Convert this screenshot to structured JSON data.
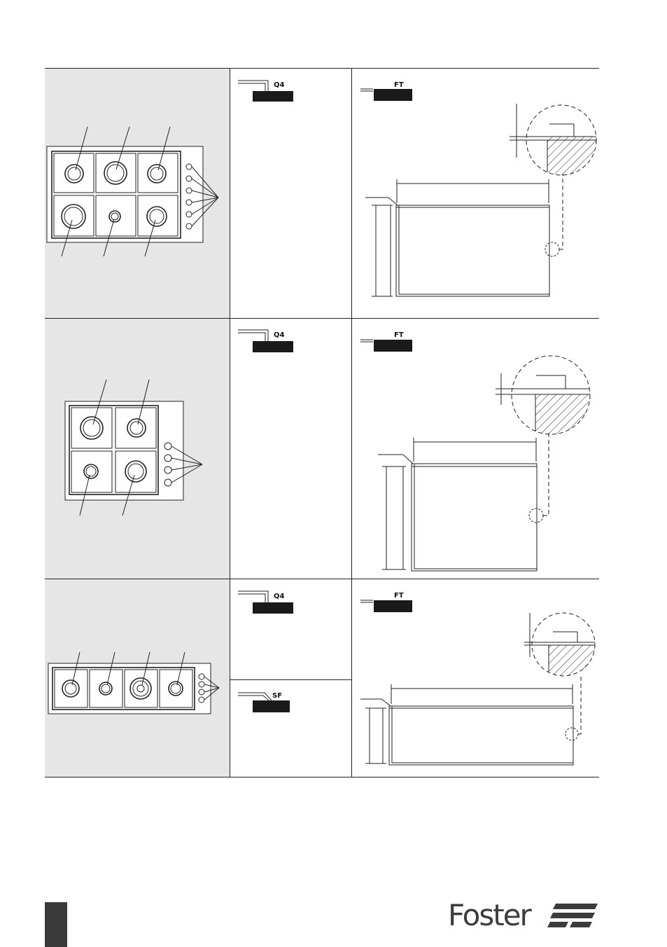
{
  "rows": [
    {
      "tags": {
        "q4": "Q4",
        "ft": "FT"
      }
    },
    {
      "tags": {
        "q4": "Q4",
        "ft": "FT"
      }
    },
    {
      "tags": {
        "q4": "Q4",
        "sf": "SF",
        "ft": "FT"
      }
    }
  ],
  "footer": {
    "brand": "Foster"
  },
  "colors": {
    "panel": "#e6e6e6",
    "ink": "#222222",
    "tab": "#3a3a3a",
    "brand": "#3c3c3c"
  }
}
